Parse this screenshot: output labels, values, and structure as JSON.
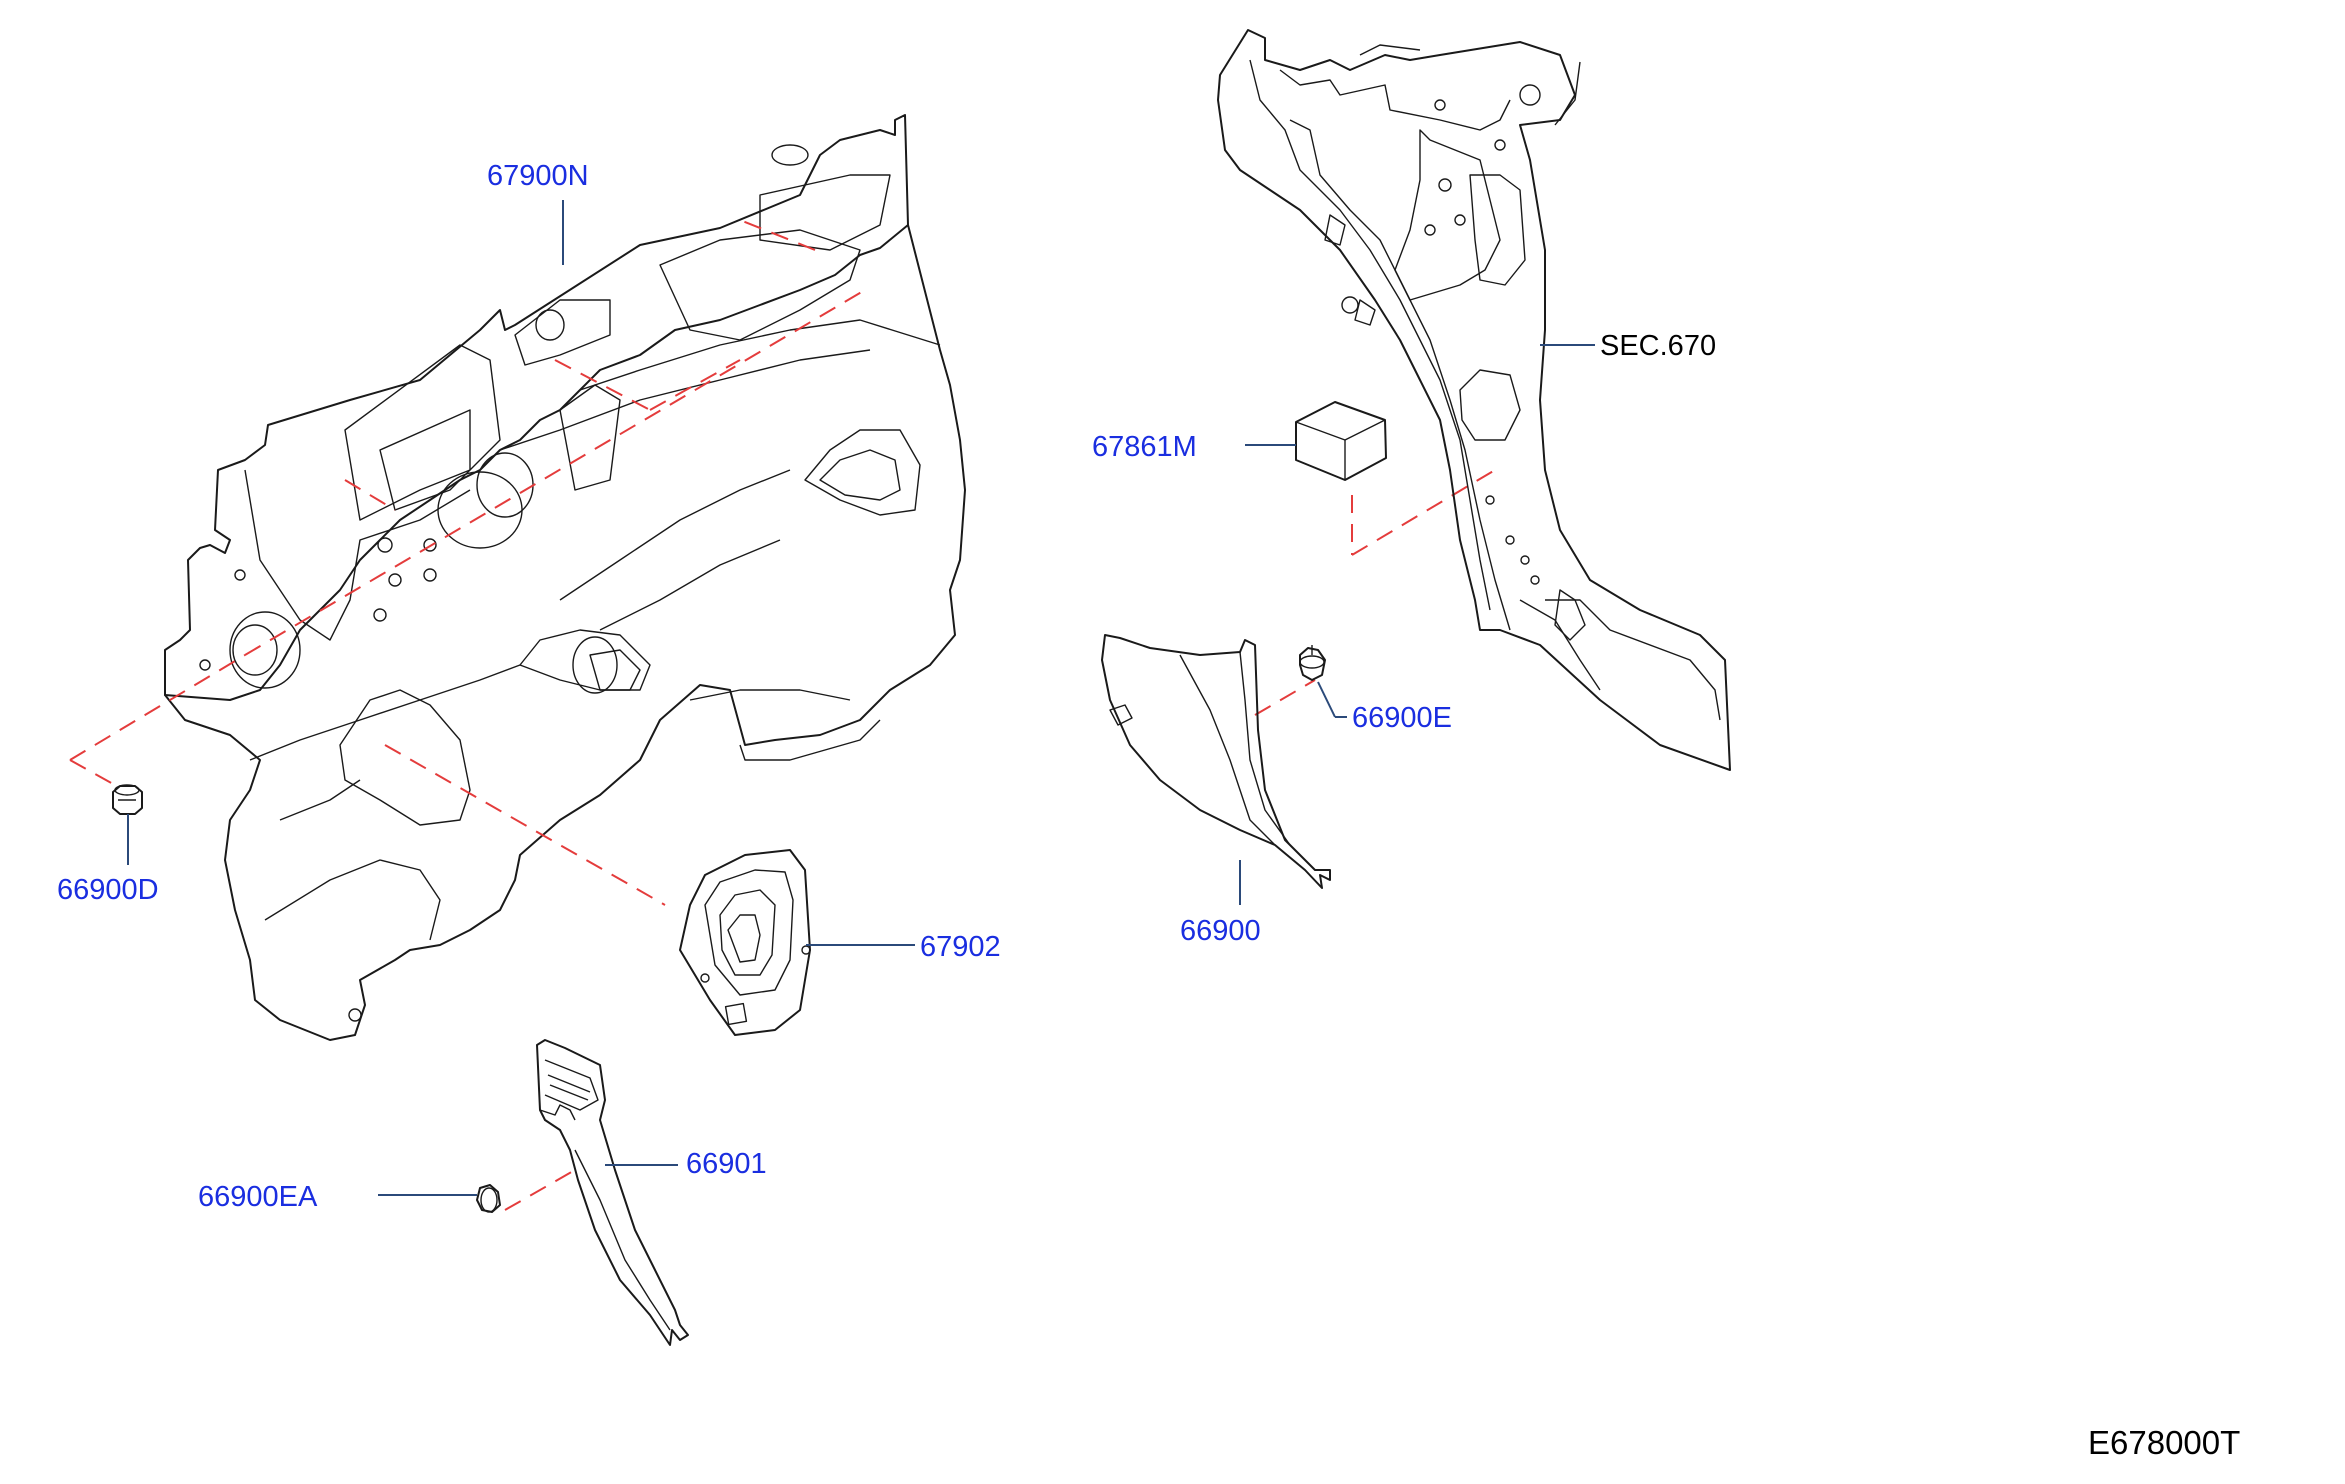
{
  "colors": {
    "part_label": "#1a2ee0",
    "section_label": "#000000",
    "leader": "#2b4a7a",
    "assembly_dash": "#e43c3c",
    "outline": "#1a1a1a"
  },
  "labels": {
    "dash_insulator": "67900N",
    "clip_left": "66900D",
    "grommet_pad": "67902",
    "section_ref": "SEC.670",
    "foam_block": "67861M",
    "clip_right": "66900E",
    "kick_trim_right": "66900",
    "kick_trim_left": "66901",
    "clip_bottom": "66900EA"
  },
  "diagram_code": "E678000T"
}
